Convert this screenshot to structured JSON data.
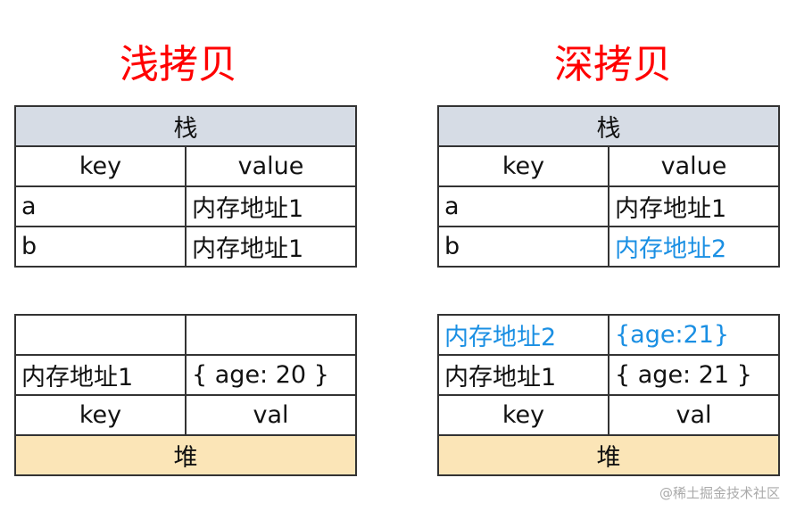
{
  "left": {
    "title": "浅拷贝",
    "stack": {
      "header": "栈",
      "columns": [
        "key",
        "value"
      ],
      "rows": [
        [
          "a",
          "内存地址1"
        ],
        [
          "b",
          "内存地址1"
        ]
      ]
    },
    "heap": {
      "header": "堆",
      "columns": [
        "key",
        "val"
      ],
      "rows": [
        [
          "",
          ""
        ],
        [
          "内存地址1",
          "{ age: 20 }"
        ]
      ]
    }
  },
  "right": {
    "title": "深拷贝",
    "stack": {
      "header": "栈",
      "columns": [
        "key",
        "value"
      ],
      "rows": [
        [
          "a",
          "内存地址1"
        ],
        [
          "b",
          "内存地址2"
        ]
      ]
    },
    "heap": {
      "header": "堆",
      "columns": [
        "key",
        "val"
      ],
      "rows": [
        [
          "内存地址2",
          "{age:21}"
        ],
        [
          "内存地址1",
          "{ age: 21 }"
        ]
      ]
    }
  },
  "colors": {
    "title": "#ff0000",
    "highlight": "#1a8fe3",
    "stack_header": "#d6dce5",
    "heap_header": "#fbe5b7"
  },
  "watermark": "@稀土掘金技术社区"
}
